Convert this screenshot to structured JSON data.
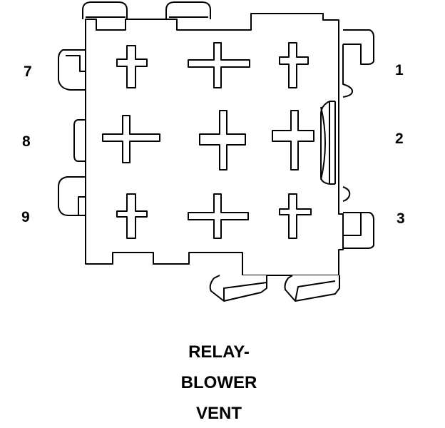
{
  "pins": {
    "p7": "7",
    "p8": "8",
    "p9": "9",
    "p1": "1",
    "p2": "2",
    "p3": "3"
  },
  "caption": {
    "line1": "RELAY-",
    "line2": "BLOWER",
    "line3": "VENT"
  },
  "colors": {
    "stroke": "#000000",
    "fill": "#ffffff"
  }
}
